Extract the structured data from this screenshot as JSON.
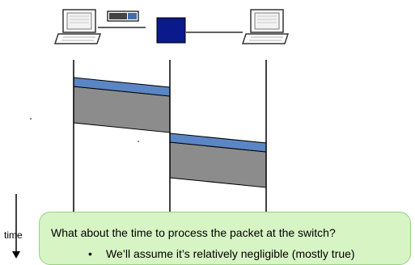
{
  "time_axis": {
    "label": "time"
  },
  "callout": {
    "question": "What about the time to process the packet at the switch?",
    "bullet_symbol": "•",
    "bullets": [
      "We’ll assume it’s relatively negligible (mostly true)"
    ]
  },
  "colors": {
    "switch": "#0a1a8a",
    "header_band": "#5b86c5",
    "packet_body": "#8c8c8c",
    "callout_fill": "#d7f4c4"
  }
}
